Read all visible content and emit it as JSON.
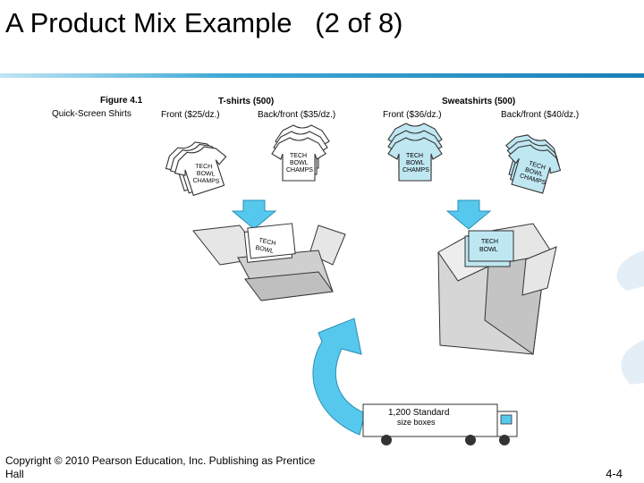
{
  "slide": {
    "title": "A Product Mix Example   (2 of 8)",
    "footer": "Copyright © 2010 Pearson Education, Inc. Publishing as Prentice Hall",
    "page_number": "4-4"
  },
  "figure": {
    "figure_label": "Figure 4.1",
    "company": "Quick-Screen Shirts",
    "tshirts_header": "T-shirts (500)",
    "sweatshirts_header": "Sweatshirts (500)",
    "tshirt_front": "Front ($25/dz.)",
    "tshirt_back_front": "Back/front ($35/dz.)",
    "sweat_front": "Front ($36/dz.)",
    "sweat_back_front": "Back/front ($40/dz.)",
    "shirt_print_line1": "TECH",
    "shirt_print_line2": "BOWL",
    "shirt_print_line3": "CHAMPS",
    "truck_line1": "1,200 Standard",
    "truck_line2": "size boxes"
  },
  "colors": {
    "sweatshirt_fill": "#bfe7f2",
    "arrow_fill": "#56c8ee",
    "tshirt_fill": "#ffffff",
    "box_fill": "#d9d9d9"
  }
}
